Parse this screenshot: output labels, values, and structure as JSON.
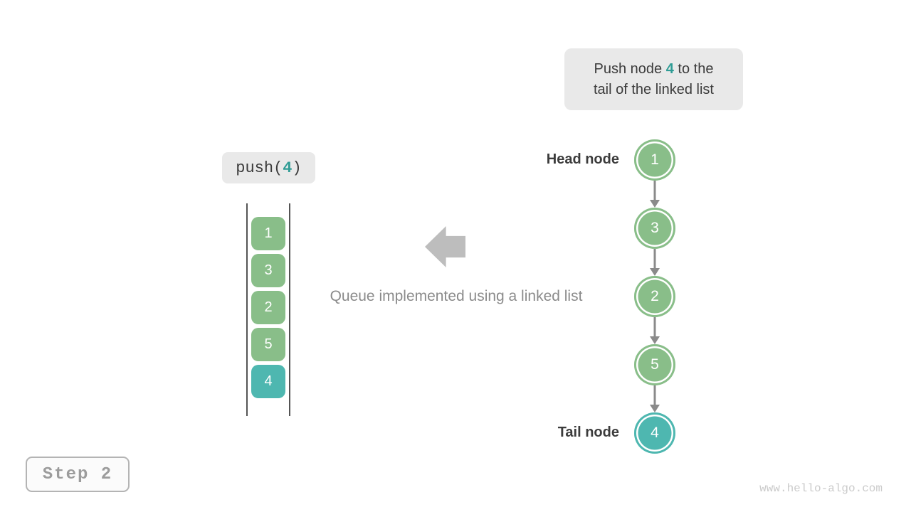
{
  "colors": {
    "node_green": "#89be89",
    "node_teal": "#4eb7b0",
    "text_accent": "#2f9c95",
    "text_dark": "#3c3c3c",
    "text_gray": "#8b8b8b",
    "box_bg": "#e9e9e9",
    "arrow_gray": "#bdbdbd",
    "connector_gray": "#8a8a8a"
  },
  "callout": {
    "line1_pre": "Push node ",
    "line1_num": "4",
    "line1_post": " to the",
    "line2": "tail of the linked list"
  },
  "push_label": {
    "pre": "push(",
    "num": "4",
    "post": ")"
  },
  "queue": {
    "items": [
      {
        "value": "1",
        "color": "green"
      },
      {
        "value": "3",
        "color": "green"
      },
      {
        "value": "2",
        "color": "green"
      },
      {
        "value": "5",
        "color": "green"
      },
      {
        "value": "4",
        "color": "teal"
      }
    ]
  },
  "caption": "Queue implemented using a linked list",
  "list": {
    "head_label": "Head node",
    "tail_label": "Tail node",
    "nodes": [
      {
        "value": "1",
        "color": "green"
      },
      {
        "value": "3",
        "color": "green"
      },
      {
        "value": "2",
        "color": "green"
      },
      {
        "value": "5",
        "color": "green"
      },
      {
        "value": "4",
        "color": "teal"
      }
    ]
  },
  "step": {
    "label": "Step 2"
  },
  "watermark": "www.hello-algo.com"
}
